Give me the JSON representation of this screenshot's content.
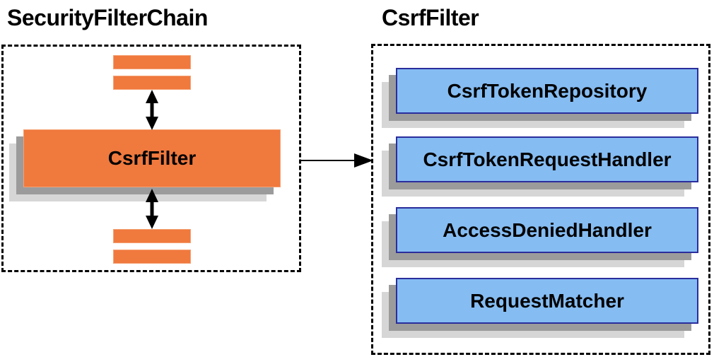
{
  "colors": {
    "canvas-bg": "#FFFFFF",
    "orange-fill": "#F0793E",
    "orange-border": "#F5A173",
    "blue-fill": "#85BCF2",
    "blue-border": "#2A2D9C",
    "shadow-mid": "#9B9B9B",
    "shadow-light": "#D6D6D6",
    "line": "#000000"
  },
  "left_panel": {
    "title": "SecurityFilterChain",
    "node_label": "CsrfFilter"
  },
  "right_panel": {
    "title": "CsrfFilter",
    "components": [
      {
        "label": "CsrfTokenRepository"
      },
      {
        "label": "CsrfTokenRequestHandler"
      },
      {
        "label": "AccessDeniedHandler"
      },
      {
        "label": "RequestMatcher"
      }
    ]
  }
}
